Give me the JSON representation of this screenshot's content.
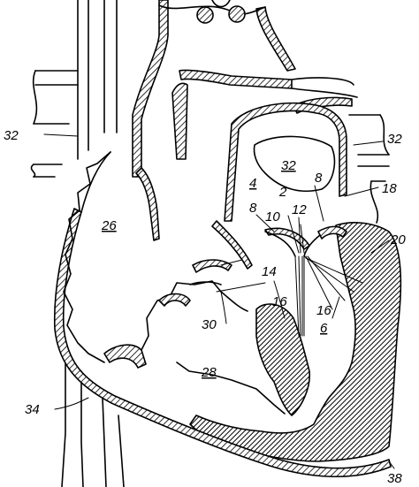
{
  "labels": {
    "l2": "2",
    "l4": "4",
    "l6": "6",
    "l8a": "8",
    "l8b": "8",
    "l10": "10",
    "l12": "12",
    "l14": "14",
    "l16a": "16",
    "l16b": "16",
    "l18": "18",
    "l20": "20",
    "l26": "26",
    "l28": "28",
    "l30": "30",
    "l32a": "32",
    "l32b": "32",
    "l32c": "32",
    "l34": "34",
    "l38": "38"
  }
}
